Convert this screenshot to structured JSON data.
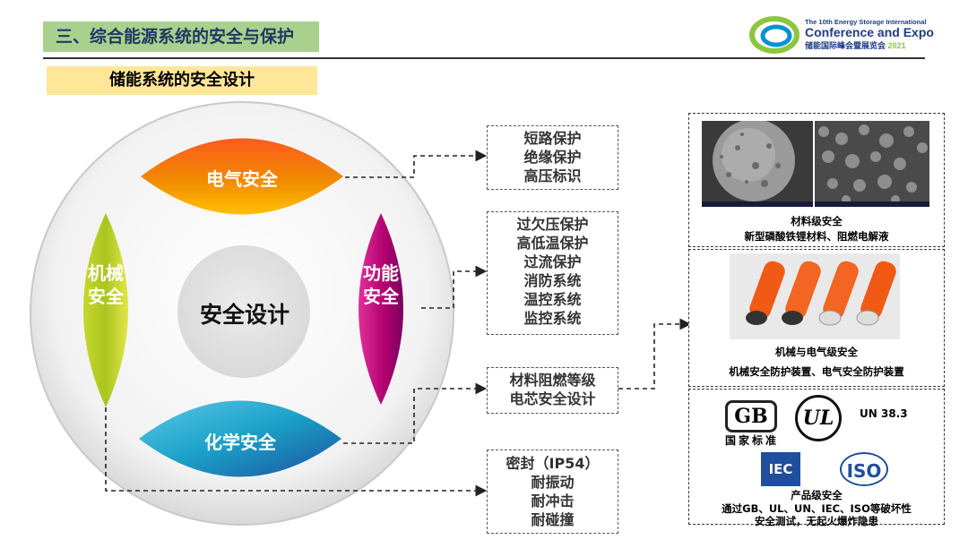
{
  "header": {
    "section_title": "三、综合能源系统的安全与保护",
    "subtitle": "储能系统的安全设计"
  },
  "logo": {
    "line1": "The 10th Energy Storage International",
    "line2": "Conference and Expo",
    "line3_cn": "储能国际峰会暨展览会",
    "year": "2021",
    "colors": {
      "ring_green": "#8cc63f",
      "ring_blue": "#0093d0",
      "text": "#1f3c88"
    }
  },
  "diagram": {
    "center_label": "安全设计",
    "petals": {
      "electrical": "电气安全",
      "functional": "功能安全",
      "chemical": "化学安全",
      "mechanical": "机械安全"
    },
    "petal_colors": {
      "electrical": "#f08a00",
      "functional": "#b0006e",
      "chemical": "#1aa0c8",
      "mechanical": "#a9c51f"
    }
  },
  "boxes": {
    "electrical": [
      "短路保护",
      "绝缘保护",
      "高压标识"
    ],
    "functional": [
      "过欠压保护",
      "高低温保护",
      "过流保护",
      "消防系统",
      "温控系统",
      "监控系统"
    ],
    "chemical": [
      "材料阻燃等级",
      "电芯安全设计"
    ],
    "mechanical": [
      "密封（IP54）",
      "耐振动",
      "耐冲击",
      "耐碰撞"
    ]
  },
  "panels": {
    "material": {
      "title": "材料级安全",
      "desc": "新型磷酸铁锂材料、阻燃电解液"
    },
    "mech_elec": {
      "title": "机械与电气级安全",
      "desc": "机械安全防护装置、电气安全防护装置"
    },
    "product": {
      "logo_gb": "GB",
      "logo_gb_cn": "国家标准",
      "logo_ul": "UL",
      "logo_un": "UN 38.3",
      "logo_iec": "IEC",
      "logo_iso": "ISO",
      "title": "产品级安全",
      "desc1": "通过GB、UL、UN、IEC、ISO等破坏性",
      "desc2": "安全测试，无起火爆炸隐患"
    }
  }
}
